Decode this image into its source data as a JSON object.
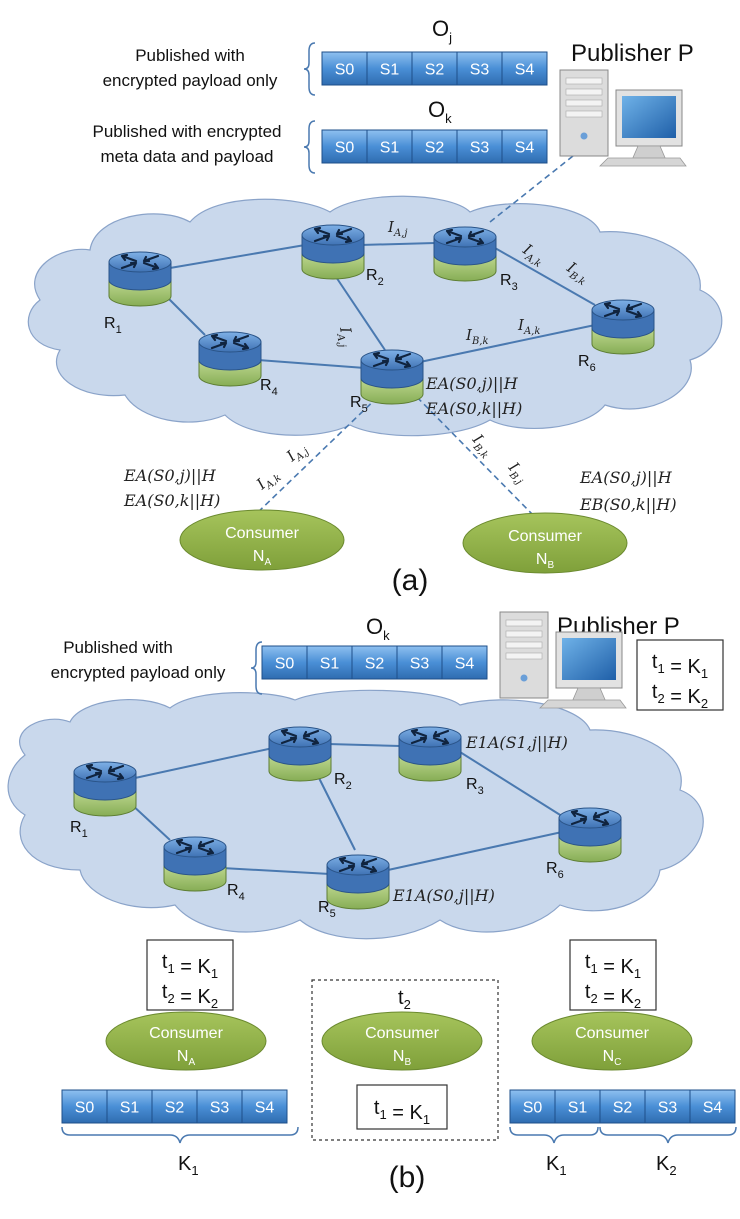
{
  "panel_a": {
    "caption": "(a)",
    "publisher": "Publisher P",
    "object_j": {
      "name": "O",
      "sub": "j",
      "desc_line1": "Published with",
      "desc_line2": "encrypted payload only"
    },
    "object_k": {
      "name": "O",
      "sub": "k",
      "desc_line1": "Published with encrypted",
      "desc_line2": "meta data and payload"
    },
    "segments": [
      "S0",
      "S1",
      "S2",
      "S3",
      "S4"
    ],
    "routers": [
      {
        "id": "R1",
        "name": "R",
        "sub": "1"
      },
      {
        "id": "R2",
        "name": "R",
        "sub": "2"
      },
      {
        "id": "R3",
        "name": "R",
        "sub": "3"
      },
      {
        "id": "R4",
        "name": "R",
        "sub": "4"
      },
      {
        "id": "R5",
        "name": "R",
        "sub": "5"
      },
      {
        "id": "R6",
        "name": "R",
        "sub": "6"
      }
    ],
    "interests": {
      "r2_r3": {
        "base": "I",
        "sub": "A,j"
      },
      "r2_r5": {
        "base": "I",
        "sub": "A,j"
      },
      "r3_r6_a": {
        "base": "I",
        "sub": "A,k"
      },
      "r3_r6_b": {
        "base": "I",
        "sub": "B,k"
      },
      "r5_r6_b": {
        "base": "I",
        "sub": "B,k"
      },
      "r5_r6_a": {
        "base": "I",
        "sub": "A,k"
      },
      "na_1": {
        "base": "I",
        "sub": "A,k"
      },
      "na_2": {
        "base": "I",
        "sub": "A,j"
      },
      "nb_1": {
        "base": "I",
        "sub": "B,k"
      },
      "nb_2": {
        "base": "I",
        "sub": "B,j"
      }
    },
    "r5_cache": [
      "EA(S0,j)||H",
      "EA(S0,k||H)"
    ],
    "consumer_a": {
      "label": "Consumer",
      "name": "N",
      "sub": "A",
      "data": [
        "EA(S0,j)||H",
        "EA(S0,k||H)"
      ]
    },
    "consumer_b": {
      "label": "Consumer",
      "name": "N",
      "sub": "B",
      "data": [
        "EA(S0,j)||H",
        "EB(S0,k||H)"
      ]
    }
  },
  "panel_b": {
    "caption": "(b)",
    "publisher": "Publisher P",
    "object_k": {
      "name": "O",
      "sub": "k",
      "desc_line1": "Published with",
      "desc_line2": "encrypted payload only"
    },
    "segments": [
      "S0",
      "S1",
      "S2",
      "S3",
      "S4"
    ],
    "publisher_keys": [
      "t1 = K1",
      "t2 = K2"
    ],
    "r3_cache": "E1A(S1,j||H)",
    "r5_cache": "E1A(S0,j||H)",
    "consumer_a": {
      "label": "Consumer",
      "name": "N",
      "sub": "A",
      "keys": [
        "t1 = K1",
        "t2 = K2"
      ],
      "brace": "K1"
    },
    "consumer_b": {
      "label": "Consumer",
      "name": "N",
      "sub": "B",
      "time": "t2",
      "keys": [
        "t1 = K1"
      ]
    },
    "consumer_c": {
      "label": "Consumer",
      "name": "N",
      "sub": "C",
      "keys": [
        "t1 = K1",
        "t2 = K2"
      ],
      "brace1": "K1",
      "brace2": "K2"
    }
  },
  "colors": {
    "cloud_fill": "#c9d8ec",
    "cloud_stroke": "#8aa3c9",
    "segment_fill": "#4a8fd6",
    "router_top": "#4f87c7",
    "router_bottom": "#9cc26a",
    "consumer_fill": "#8fb04a",
    "link": "#4a79b0"
  }
}
